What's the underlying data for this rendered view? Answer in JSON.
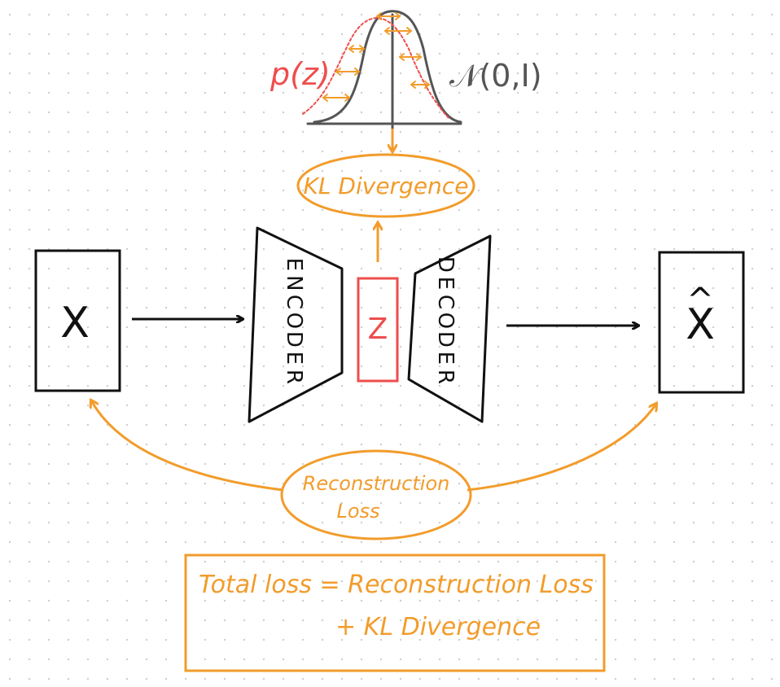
{
  "labels": {
    "prior_label": "p(z)",
    "normal_label": "𝒩(0,I)",
    "kl_node": "KL Divergence",
    "input_label": "X",
    "output_label": "X",
    "output_hat": "^",
    "latent_label": "Z",
    "encoder_label": "ENCODER",
    "decoder_label": "DECODER",
    "recon_line1": "Reconstruction",
    "recon_line2": "Loss",
    "total_line1": "Total loss =  Reconstruction Loss",
    "total_line2": "+ KL Divergence"
  },
  "colors": {
    "orange": "#f29c2b",
    "red": "#ee4d4d",
    "black": "#111111",
    "gray": "#555555",
    "dot_grid": "#cfcfcf",
    "background": "#ffffff"
  },
  "encoder_letters": [
    "E",
    "N",
    "C",
    "O",
    "D",
    "E",
    "R"
  ],
  "decoder_letters": [
    "D",
    "E",
    "C",
    "O",
    "D",
    "E",
    "R"
  ]
}
